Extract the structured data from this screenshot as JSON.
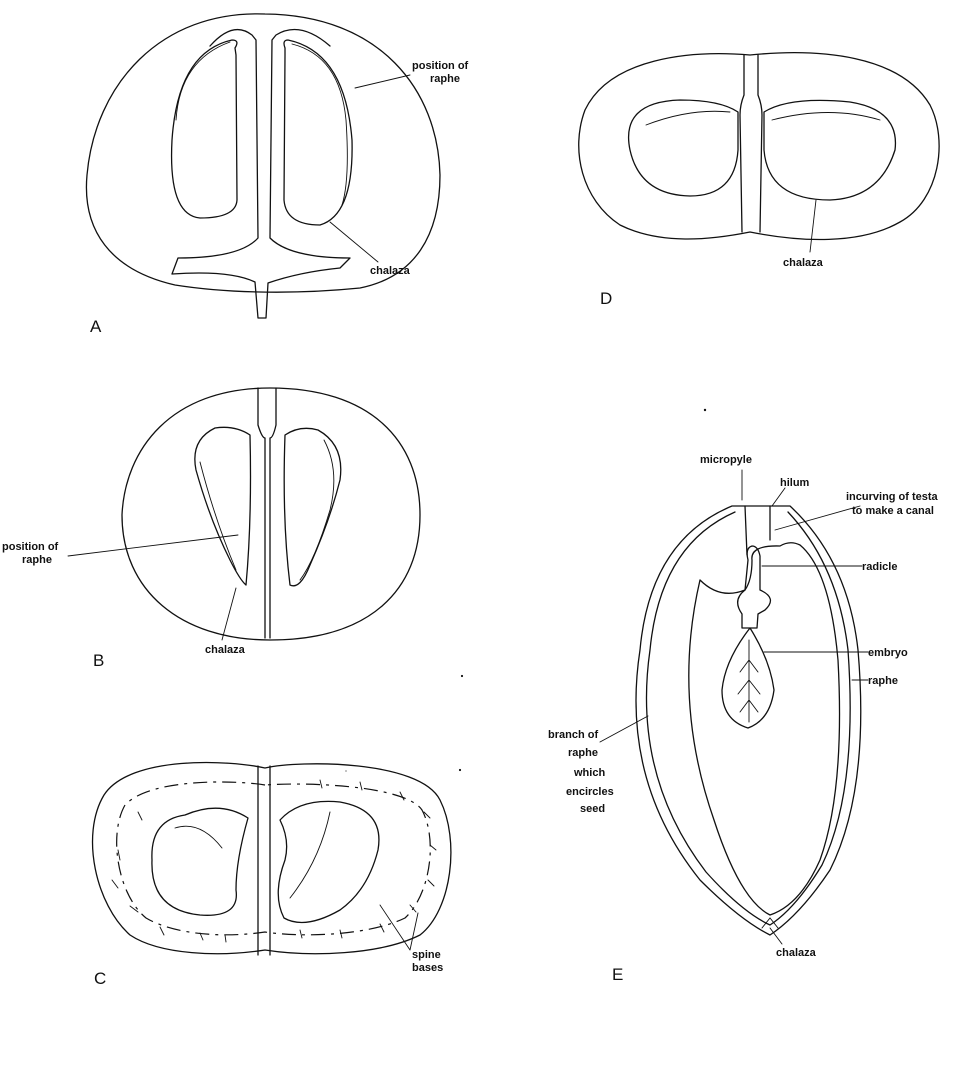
{
  "panels": [
    {
      "id": "A",
      "letter": "A",
      "labels": {
        "raphe": "position of raphe",
        "chalaza": "chalaza"
      }
    },
    {
      "id": "B",
      "letter": "B",
      "labels": {
        "raphe": "position of raphe",
        "chalaza": "chalaza"
      }
    },
    {
      "id": "C",
      "letter": "C",
      "labels": {
        "spine_bases": "spine bases"
      }
    },
    {
      "id": "D",
      "letter": "D",
      "labels": {
        "chalaza": "chalaza"
      }
    },
    {
      "id": "E",
      "letter": "E",
      "labels": {
        "micropyle": "micropyle",
        "hilum": "hilum",
        "incurving": "incurving of testa to make a canal",
        "radicle": "radicle",
        "embryo": "embryo",
        "raphe": "raphe",
        "branch": "branch of raphe which encircles seed",
        "chalaza": "chalaza"
      }
    }
  ]
}
